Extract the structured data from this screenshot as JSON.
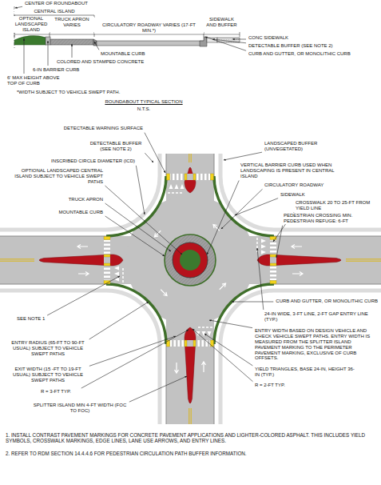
{
  "diagram": {
    "labels": [
      "CENTER OF ROUNDABOUT",
      "CENTRAL ISLAND",
      "OPTIONAL LANDSCAPED ISLAND",
      "TRUCK APRON VARIES",
      "CIRCULATORY ROADWAY VARIES (17-FT MIN.*)",
      "SIDEWALK AND BUFFER",
      "CONC SIDEWALK",
      "DETECTABLE BUFFER (SEE NOTE 2)",
      "CURB AND GUTTER, OR MONOLITHIC CURB",
      "MOUNTABLE CURB",
      "COLORED AND STAMPED CONCRETE",
      "6-IN BARRIER CURB",
      "6' MAX HEIGHT ABOVE TOP OF CURB",
      "*WIDTH SUBJECT TO VEHICLE SWEPT PATH.",
      "ROUNDABOUT TYPICAL SECTION",
      "N.T.S.",
      "DETECTABLE WARNING SURFACE",
      "DETECTABLE BUFFER (SEE NOTE 2)",
      "INSCRIBED CIRCLE DIAMETER (ICD)",
      "OPTIONAL LANDSCAPED CENTRAL ISLAND SUBJECT TO VEHICLE SWEPT PATHS",
      "TRUCK APRON",
      "MOUNTABLE CURB",
      "SEE NOTE 1",
      "ENTRY RADIUS (65-FT TO 90-FT USUAL) SUBJECT TO VEHICLE SWEPT PATHS",
      "EXIT WIDTH (15 -FT TO 19-FT USUAL) SUBJECT TO VEHICLE SWEPT PATHS",
      "R = 3-FT TYP.",
      "SPLITTER ISLAND MIN 4-FT WIDTH (FOC TO FOC)",
      "LANDSCAPED BUFFER (UNVEGETATED)",
      "VERTICAL BARRIER CURB USED WHEN LANDSCAPING IS PRESENT IN CENTRAL ISLAND",
      "CIRCULATORY ROADWAY",
      "SIDEWALK",
      "CROSSWALK 20 TO 25-FT FROM YIELD LINE",
      "PEDESTRIAN CROSSING MIN. PEDESTRIAN REFUGE: 6-FT",
      "CURB AND GUTTER, OR MONOLITHIC CURB",
      "24-IN WIDE, 3-FT LINE, 2-FT GAP ENTRY LINE (TYP.)",
      "ENTRY WIDTH BASED ON DESIGN VEHICLE AND CHECK VEHICLE SWEPT PATHS. ENTRY WIDTH IS MEASURED FROM THE SPLITTER ISLAND PAVEMENT MARKING TO THE PERIMETER PAVEMENT MARKING, EXCLUSIVE OF CURB OFFSETS.",
      "YIELD TRIANGLES, BASE 24-IN, HEIGHT 36-IN (TYP.)",
      "R = 2-FT TYP.",
      "1. INSTALL CONTRAST PAVEMENT MARKINGS FOR CONCRETE PAVEMENT APPLICATIONS AND LIGHTER-COLORED ASPHALT. THIS INCLUDES YIELD SYMBOLS, CROSSWALK MARKINGS, EDGE LINES, LANE USE ARROWS, AND ENTRY LINES.",
      "2. REFER TO RDM SECTION 14.4.4.6 FOR PEDESTRIAN CIRCULATION PATH BUFFER INFORMATION."
    ]
  }
}
